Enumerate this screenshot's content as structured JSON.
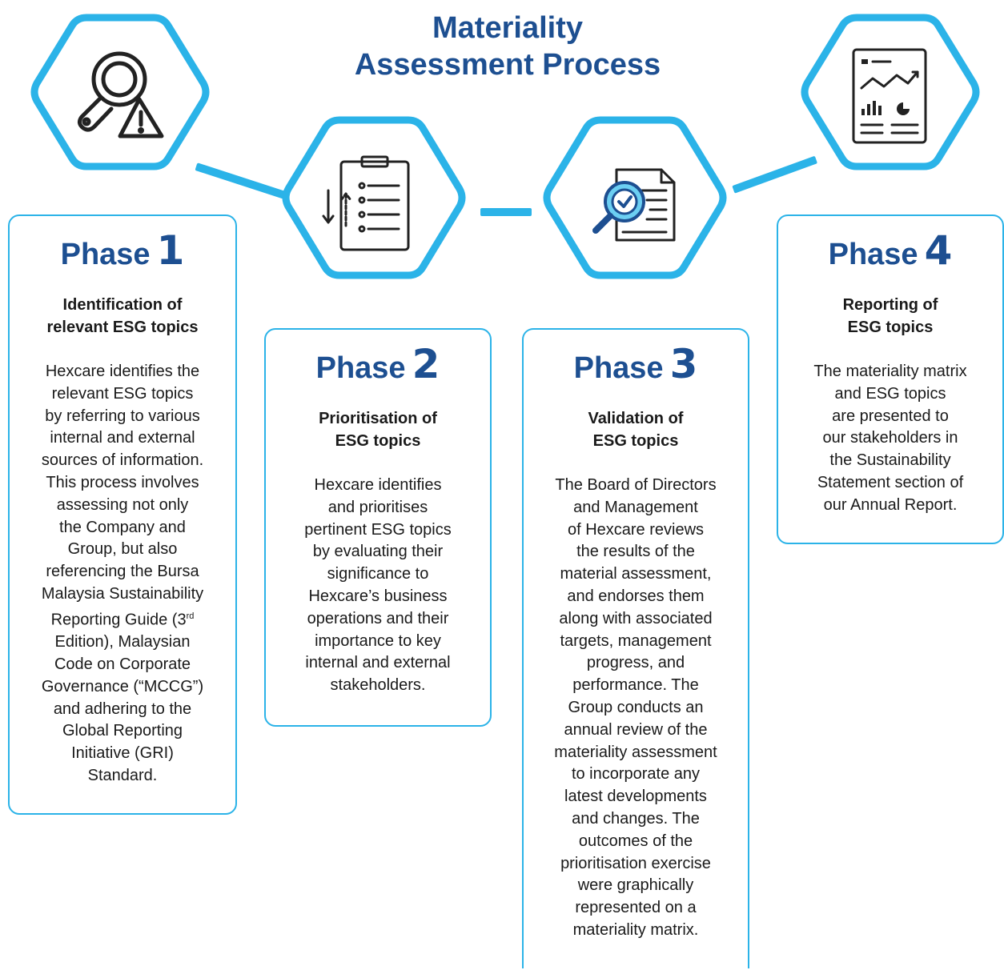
{
  "title": {
    "line1": "Materiality",
    "line2": "Assessment Process"
  },
  "brand_color": "#1d4f91",
  "accent_color": "#2bb3e8",
  "phases": [
    {
      "label": "Phase",
      "number": "1",
      "icon": "magnifier-warning-icon",
      "subtitle": [
        "Identification of",
        "relevant ESG topics"
      ],
      "body": [
        "Hexcare identifies the",
        "relevant ESG topics",
        "by referring to various",
        "internal and external",
        "sources of information.",
        "This process involves",
        "assessing not only",
        "the Company and",
        "Group,  but also",
        "referencing the Bursa",
        "Malaysia Sustainability",
        "Reporting Guide (3rd",
        "Edition), Malaysian",
        "Code on Corporate",
        "Governance (“MCCG”)",
        "and adhering to the",
        "Global Reporting",
        "Initiative (GRI)",
        "Standard."
      ]
    },
    {
      "label": "Phase",
      "number": "2",
      "icon": "clipboard-checklist-icon",
      "subtitle": [
        "Prioritisation of",
        "ESG topics"
      ],
      "body": [
        "Hexcare identifies",
        "and prioritises",
        "pertinent ESG topics",
        "by evaluating their",
        "significance to",
        "Hexcare’s business",
        "operations and their",
        "importance to key",
        "internal and external",
        "stakeholders."
      ]
    },
    {
      "label": "Phase",
      "number": "3",
      "icon": "document-magnifier-check-icon",
      "subtitle": [
        "Validation of",
        "ESG topics"
      ],
      "body": [
        "The Board of Directors",
        "and Management",
        "of Hexcare reviews",
        "the results of the",
        "material assessment,",
        "and  endorses them",
        "along with associated",
        "targets, management",
        "progress, and",
        "performance. The",
        "Group conducts an",
        "annual review of the",
        "materiality assessment",
        "to incorporate any",
        "latest developments",
        "and changes. The",
        "outcomes of the",
        "prioritisation exercise",
        "were graphically",
        "represented on a",
        "materiality matrix."
      ]
    },
    {
      "label": "Phase",
      "number": "4",
      "icon": "report-chart-icon",
      "subtitle": [
        "Reporting of",
        "ESG topics"
      ],
      "body": [
        "The materiality matrix",
        "and ESG topics",
        "are presented to",
        "our stakeholders in",
        "the Sustainability",
        "Statement section of",
        "our Annual Report."
      ]
    }
  ]
}
